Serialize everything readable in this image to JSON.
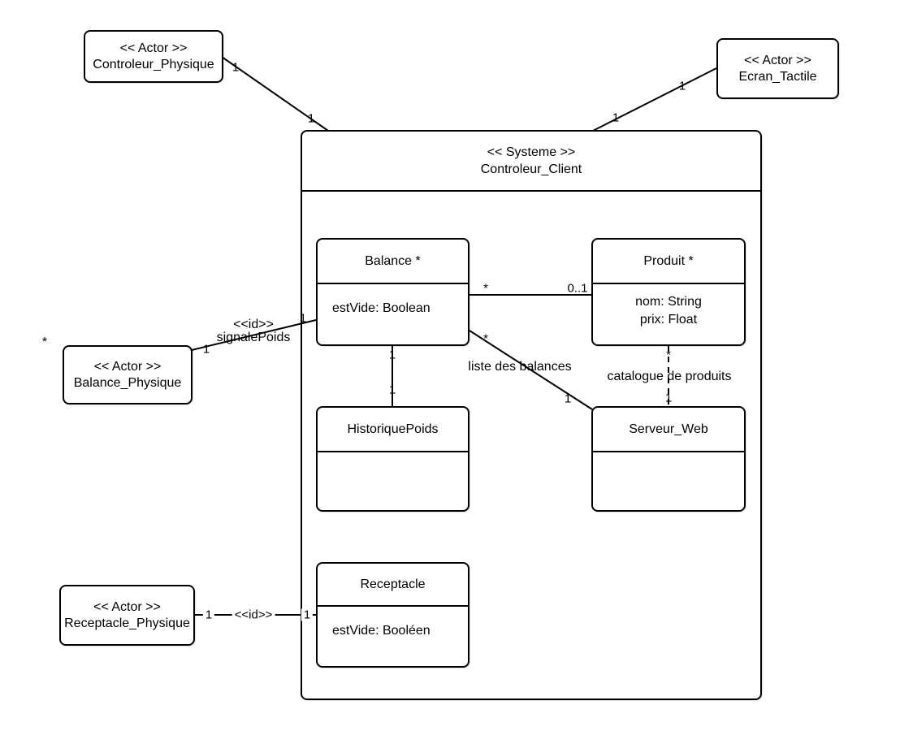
{
  "colors": {
    "stroke": "#000000",
    "background": "#ffffff",
    "node_fill": "#ffffff",
    "text": "#000000"
  },
  "actors": {
    "controleur_physique": {
      "stereotype": "<< Actor >>",
      "name": "Controleur_Physique"
    },
    "ecran_tactile": {
      "stereotype": "<< Actor >>",
      "name": "Ecran_Tactile"
    },
    "balance_physique": {
      "stereotype": "<< Actor >>",
      "name": "Balance_Physique"
    },
    "receptacle_physique": {
      "stereotype": "<< Actor >>",
      "name": "Receptacle_Physique"
    }
  },
  "system": {
    "stereotype": "<< Systeme >>",
    "name": "Controleur_Client"
  },
  "classes": {
    "balance": {
      "name": "Balance *",
      "attributes": [
        "estVide: Boolean"
      ]
    },
    "produit": {
      "name": "Produit *",
      "attributes": [
        "nom: String",
        "prix: Float"
      ]
    },
    "historique_poids": {
      "name": "HistoriquePoids",
      "attributes": []
    },
    "serveur_web": {
      "name": "Serveur_Web",
      "attributes": []
    },
    "receptacle": {
      "name": "Receptacle",
      "attributes": [
        "estVide: Booléen"
      ]
    }
  },
  "connections": {
    "controleur_to_system": {
      "actor_mult": "1",
      "system_mult": "1"
    },
    "ecran_to_system": {
      "actor_mult": "1",
      "system_mult": "1"
    },
    "balancephys_to_balance": {
      "outer_mult": "*",
      "actor_mult": "1",
      "stereotype": "<<id>>",
      "name": "signalePoids",
      "class_mult": "1"
    },
    "balance_to_produit": {
      "balance_mult": "*",
      "produit_mult": "0..1"
    },
    "balance_to_historique": {
      "balance_mult": "1",
      "historique_mult": "1"
    },
    "balance_to_serveur": {
      "balance_mult": "*",
      "name": "liste des balances",
      "serveur_mult": "1"
    },
    "produit_to_serveur": {
      "produit_mult": "*",
      "name": "catalogue de produits",
      "serveur_mult": "1"
    },
    "receptaclephys_to_receptacle": {
      "actor_mult": "1",
      "stereotype": "<<id>>",
      "class_mult": "1"
    }
  }
}
